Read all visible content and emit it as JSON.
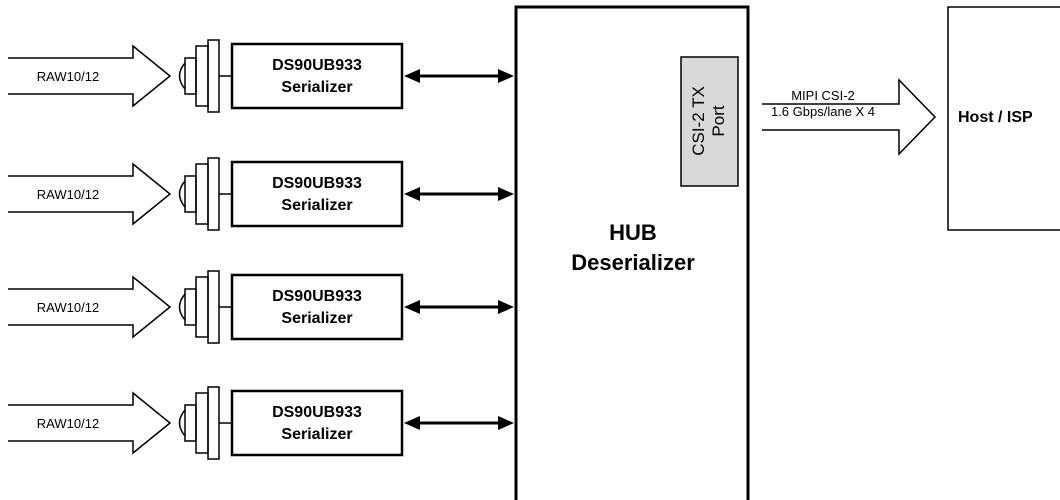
{
  "colors": {
    "stroke": "#000000",
    "port_fill": "#d9d9d9",
    "background": "#ffffff"
  },
  "inputs": [
    {
      "label": "RAW10/12",
      "serializer_line1": "DS90UB933",
      "serializer_line2": "Serializer"
    },
    {
      "label": "RAW10/12",
      "serializer_line1": "DS90UB933",
      "serializer_line2": "Serializer"
    },
    {
      "label": "RAW10/12",
      "serializer_line1": "DS90UB933",
      "serializer_line2": "Serializer"
    },
    {
      "label": "RAW10/12",
      "serializer_line1": "DS90UB933",
      "serializer_line2": "Serializer"
    }
  ],
  "hub": {
    "line1": "HUB",
    "line2": "Deserializer"
  },
  "port": {
    "line1": "CSI-2 TX",
    "line2": "Port"
  },
  "link": {
    "line1": "MIPI CSI-2",
    "line2": "1.6 Gbps/lane X 4"
  },
  "host": {
    "label": "Host / ISP"
  },
  "icons": {
    "camera": "camera-lens-icon",
    "bidirectional": "double-arrow-icon",
    "bus": "block-arrow-icon"
  }
}
